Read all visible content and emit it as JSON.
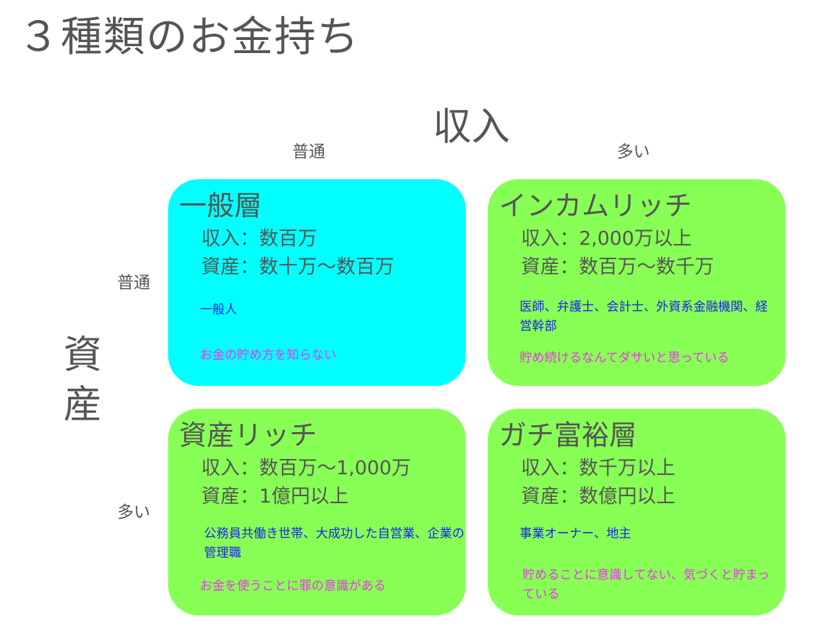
{
  "title": "３種類のお金持ち",
  "axes": {
    "x_title": "収入",
    "y_title": [
      "資",
      "産"
    ],
    "x_ticks": [
      "普通",
      "多い"
    ],
    "y_ticks": [
      "普通",
      "多い"
    ]
  },
  "quadrants": {
    "top_left": {
      "title": "一般層",
      "income": "収入：数百万",
      "assets": "資産：数十万〜数百万",
      "examples": "一般人",
      "note": "お金の貯め方を知らない",
      "color": "#00FFFF"
    },
    "top_right": {
      "title": "インカムリッチ",
      "income": "収入：2,000万以上",
      "assets": "資産：数百万〜数千万",
      "examples": "医師、弁護士、会計士、外資系金融機関、経営幹部",
      "note": "貯め続けるなんてダサいと思っている",
      "color": "#88FF55"
    },
    "bottom_left": {
      "title": "資産リッチ",
      "income": "収入：数百万〜1,000万",
      "assets": "資産：1億円以上",
      "examples": "公務員共働き世帯、大成功した自営業、企業の管理職",
      "note": "お金を使うことに罪の意識がある",
      "color": "#88FF55"
    },
    "bottom_right": {
      "title": "ガチ富裕層",
      "income": "収入：数千万以上",
      "assets": "資産：数億円以上",
      "examples": "事業オーナー、地主",
      "note": "貯めることに意識してない、気づくと貯まっている",
      "color": "#88FF55"
    }
  }
}
